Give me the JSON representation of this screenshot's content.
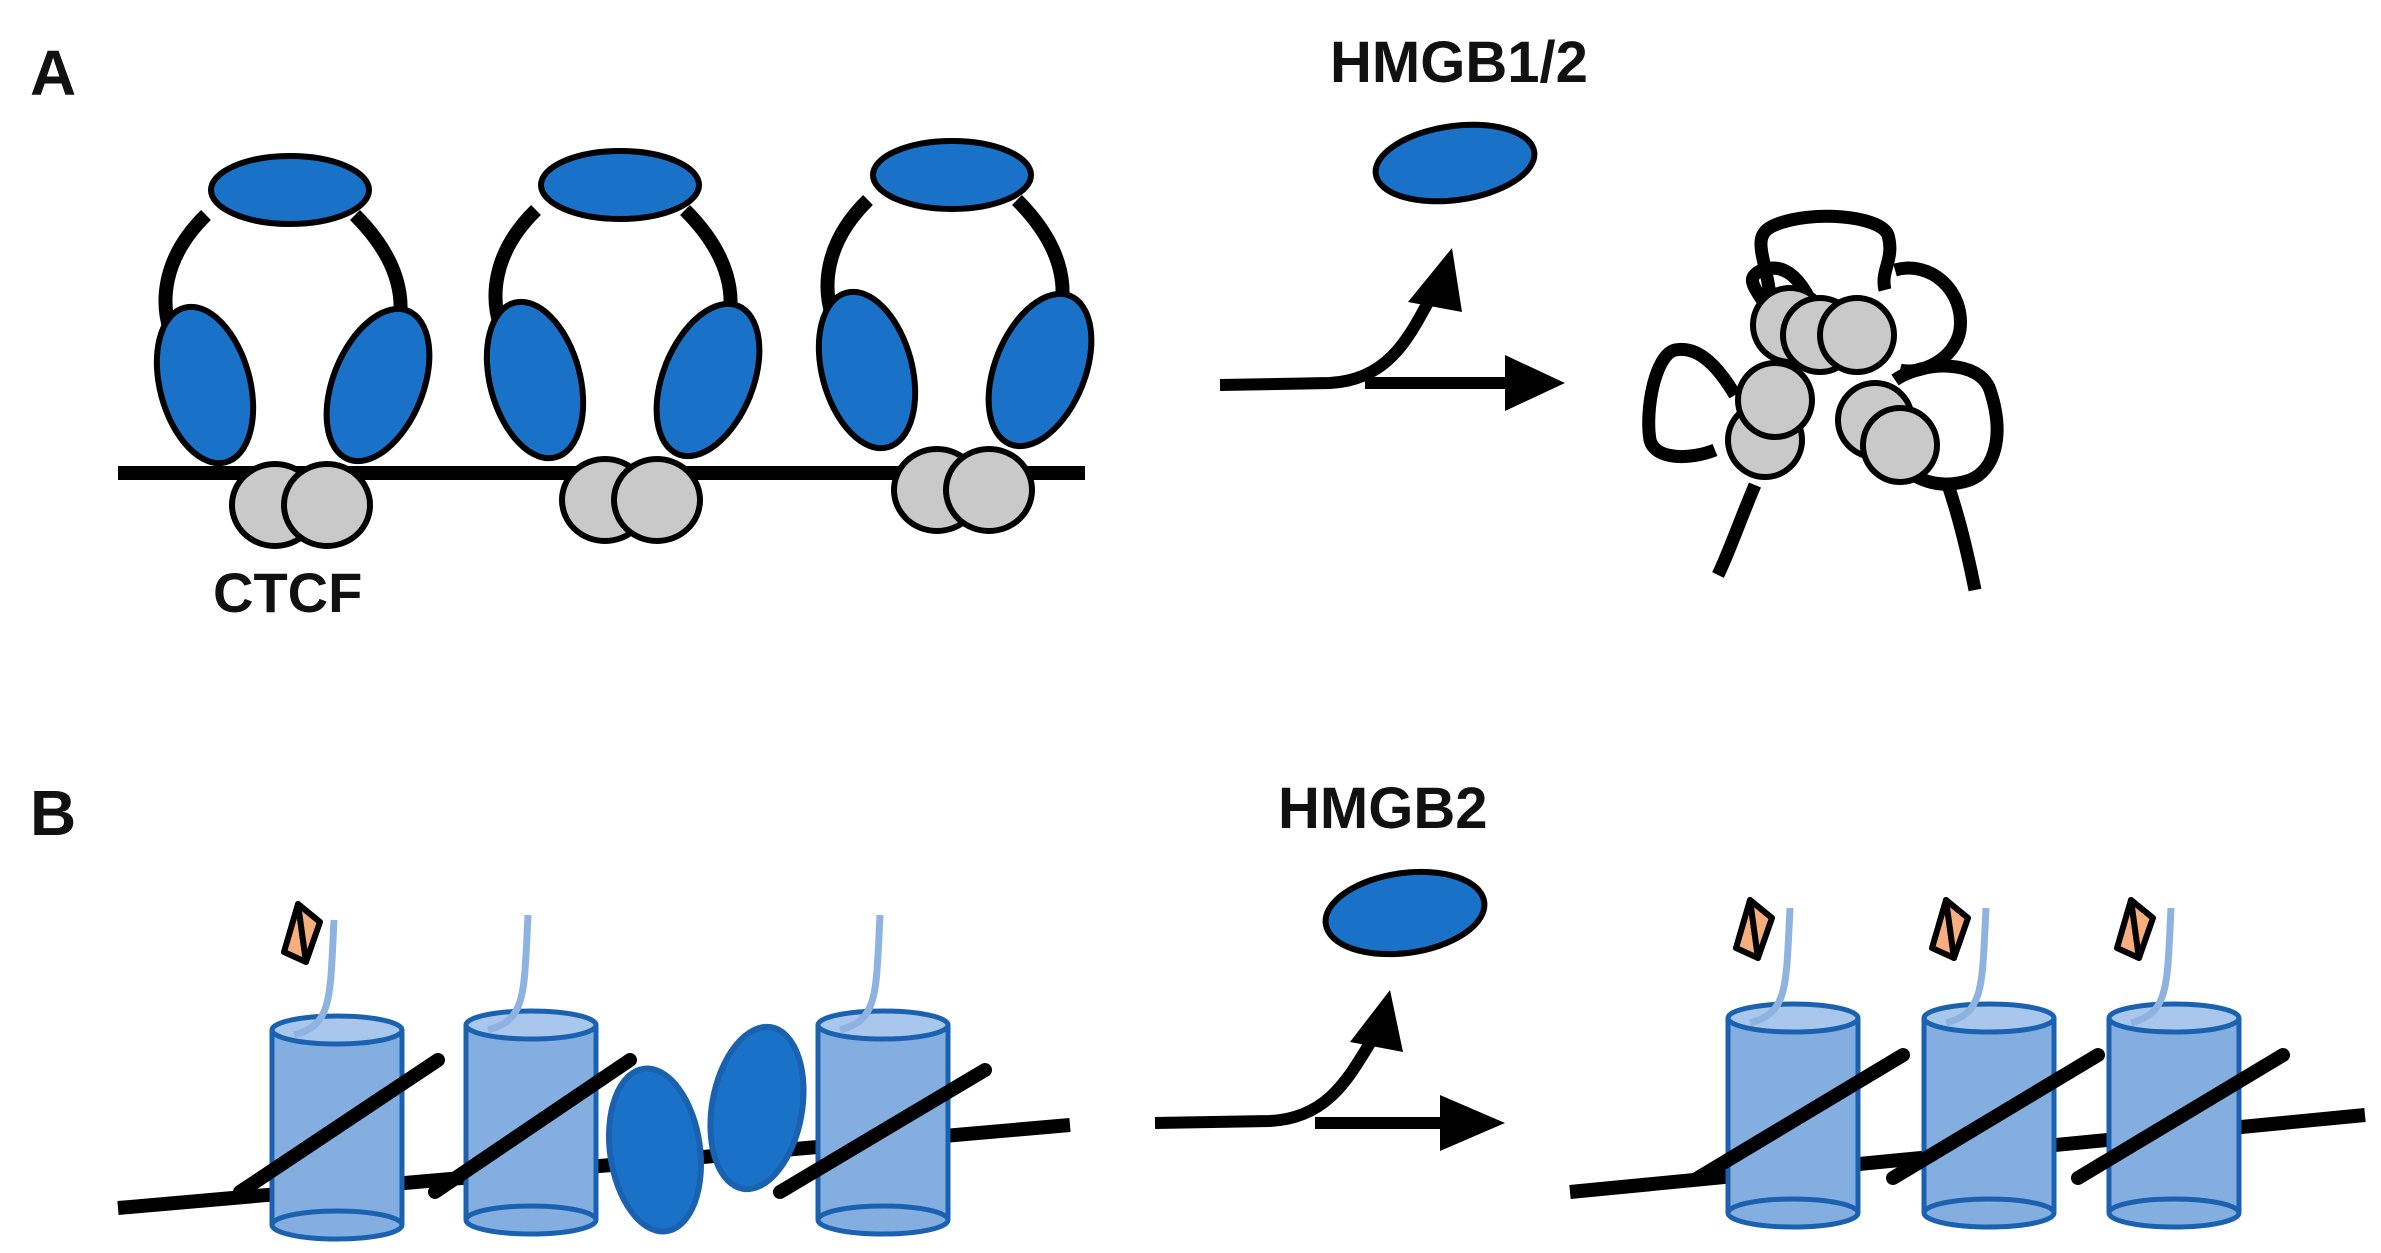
{
  "panels": [
    {
      "letter": "A",
      "protein_label": "HMGB1/2",
      "site_label": "CTCF"
    },
    {
      "letter": "B",
      "protein_label": "HMGB2"
    }
  ],
  "colors": {
    "hmgb_blue": "#1a72c8",
    "ctcf_gray": "#c9c9c9",
    "nucleosome_blue": "#85aee0",
    "nucleosome_edge": "#1a62b0",
    "histone_tail": "#8fb3e0",
    "mark_orange": "#f6ae7c",
    "line": "#000000"
  },
  "icons": [
    "cohesin-ring-icon",
    "ctcf-icon",
    "hmgb-protein-icon",
    "nucleosome-icon",
    "histone-tail-icon",
    "histone-mark-icon",
    "transition-arrow-icon"
  ]
}
